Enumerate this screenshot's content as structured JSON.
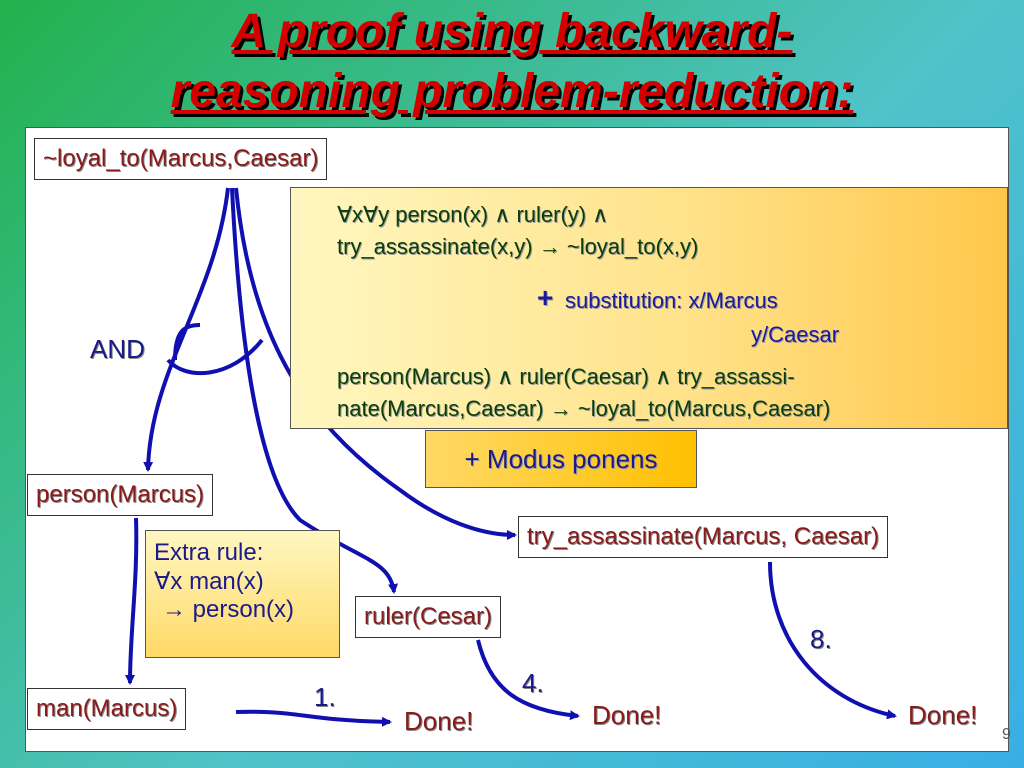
{
  "title": {
    "line1": "A proof using backward-",
    "line2": "reasoning problem-reduction:"
  },
  "nodes": {
    "goal": "~loyal_to(Marcus,Caesar)",
    "person": "person(Marcus)",
    "try_assassinate": "try_assassinate(Marcus, Caesar)",
    "ruler": "ruler(Cesar)",
    "man": "man(Marcus)"
  },
  "rule": {
    "line1": "∀x∀y person(x) ∧ ruler(y) ∧",
    "line2": "try_assassinate(x,y) → ~loyal_to(x,y)",
    "plus": "+",
    "substitution1": "substitution: x/Marcus",
    "substitution2": "y/Caesar",
    "line3": "person(Marcus) ∧ ruler(Caesar) ∧ try_assassi-",
    "line4": "nate(Marcus,Caesar) → ~loyal_to(Marcus,Caesar)"
  },
  "modus_ponens": "+ Modus ponens",
  "extra_rule": {
    "heading": "Extra rule:",
    "line1": "∀x man(x)",
    "line2": "→ person(x)"
  },
  "labels": {
    "and": "AND",
    "step1": "1.",
    "step4": "4.",
    "step8": "8.",
    "done1": "Done!",
    "done2": "Done!",
    "done3": "Done!",
    "page_number": "9"
  },
  "colors": {
    "title": "#d40000",
    "node_text": "#8a1a1a",
    "arrows": "#1010b0"
  }
}
